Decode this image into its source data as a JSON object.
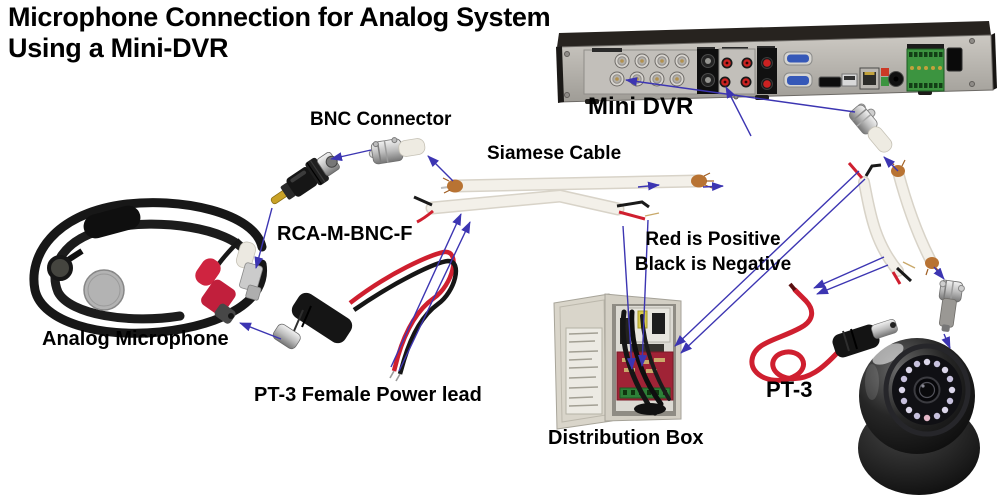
{
  "diagram": {
    "title_line1": "Microphone Connection for Analog System",
    "title_line2": "Using a Mini-DVR",
    "labels": {
      "mini_dvr": "Mini DVR",
      "bnc_connector": "BNC Connector",
      "siamese_cable": "Siamese Cable",
      "rca_adapter": "RCA-M-BNC-F",
      "analog_microphone": "Analog Microphone",
      "pt3_female_lead": "PT-3 Female Power lead",
      "polarity_line1": "Red is Positive",
      "polarity_line2": "Black is Negative",
      "distribution_box": "Distribution Box",
      "pt3": "PT-3"
    },
    "colors": {
      "background": "#ffffff",
      "text": "#000000",
      "arrow_blue": "#3c35b2",
      "cable_white": "#f3f0e9",
      "wire_red": "#cf1f2f",
      "wire_black": "#161616",
      "copper": "#b87333",
      "dvr_face_gray": "#bdbab4",
      "rca_red": "#cc2222",
      "terminal_green": "#3c9440",
      "pcb_red": "#a02336",
      "box_beige": "#d6d2c7"
    }
  }
}
